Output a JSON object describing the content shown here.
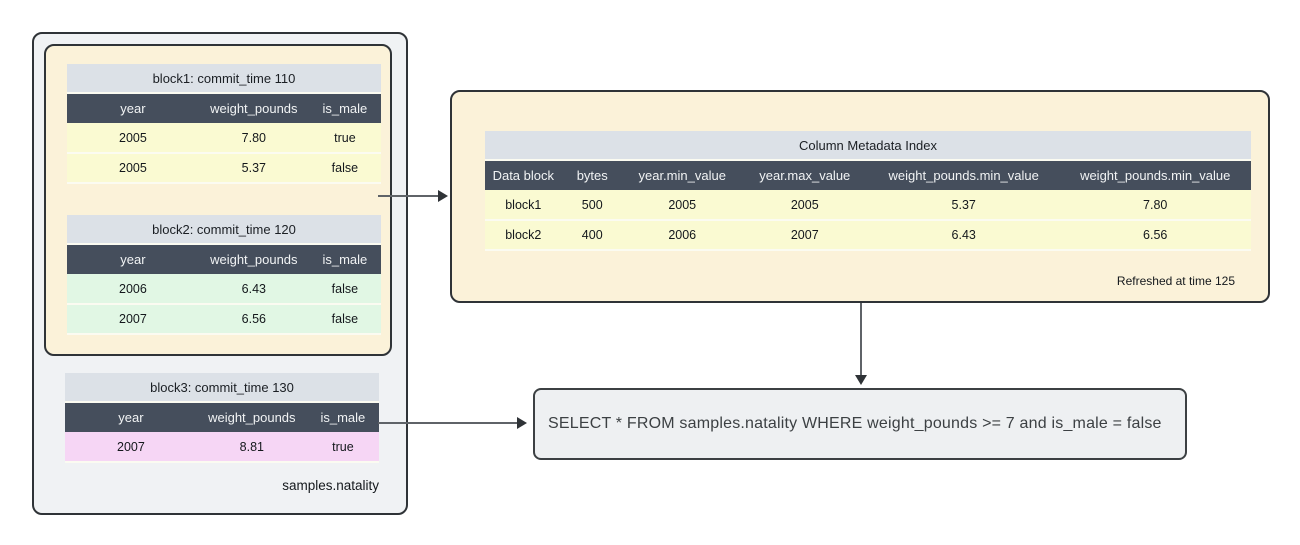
{
  "source_table": {
    "label": "samples.natality",
    "blocks": [
      {
        "title": "block1: commit_time 110",
        "columns": [
          "year",
          "weight_pounds",
          "is_male"
        ],
        "rows": [
          [
            "2005",
            "7.80",
            "true"
          ],
          [
            "2005",
            "5.37",
            "false"
          ]
        ]
      },
      {
        "title": "block2: commit_time 120",
        "columns": [
          "year",
          "weight_pounds",
          "is_male"
        ],
        "rows": [
          [
            "2006",
            "6.43",
            "false"
          ],
          [
            "2007",
            "6.56",
            "false"
          ]
        ]
      },
      {
        "title": "block3: commit_time 130",
        "columns": [
          "year",
          "weight_pounds",
          "is_male"
        ],
        "rows": [
          [
            "2007",
            "8.81",
            "true"
          ]
        ]
      }
    ]
  },
  "metadata_index": {
    "title": "Column Metadata Index",
    "columns": [
      "Data block",
      "bytes",
      "year.min_value",
      "year.max_value",
      "weight_pounds.min_value",
      "weight_pounds.min_value"
    ],
    "rows": [
      [
        "block1",
        "500",
        "2005",
        "2005",
        "5.37",
        "7.80"
      ],
      [
        "block2",
        "400",
        "2006",
        "2007",
        "6.43",
        "6.56"
      ]
    ],
    "refreshed_label": "Refreshed at time 125"
  },
  "query": {
    "text": "SELECT * FROM samples.natality WHERE weight_pounds >= 7 and is_male = false"
  },
  "colors": {
    "cream_panel": "#fbf2d9",
    "gray_panel": "#f0f2f4",
    "table_title_row": "#dce1e7",
    "table_header_row": "#454e5c",
    "block1_rows": "#fafad2",
    "block2_rows": "#e1f7e4",
    "block3_rows": "#f6d6f5",
    "query_box_fill": "#eef0f2",
    "border_dark": "#2f3337",
    "arrow": "#5f6368"
  }
}
